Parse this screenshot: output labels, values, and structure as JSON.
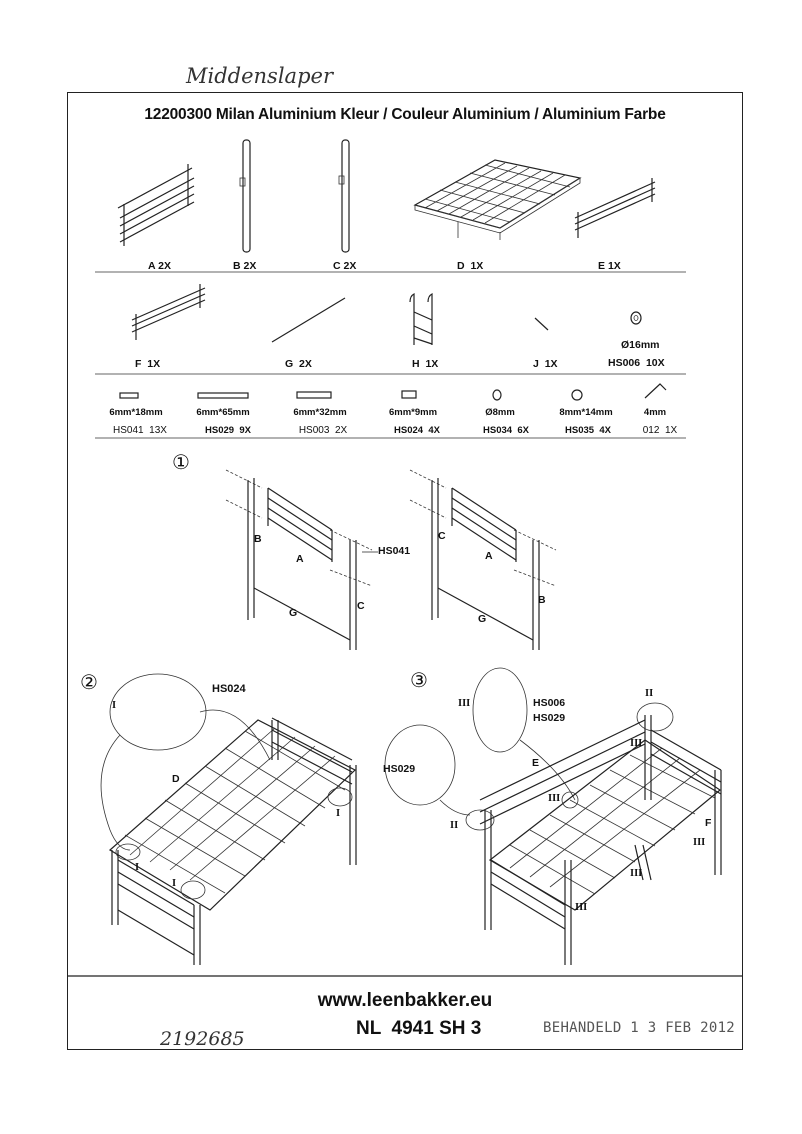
{
  "handwritten_top": "Middenslaper",
  "title": "12200300 Milan Aluminium Kleur / Couleur Aluminium / Aluminium Farbe",
  "parts_row1": [
    {
      "id": "A",
      "qty": "2X"
    },
    {
      "id": "B",
      "qty": "2X"
    },
    {
      "id": "C",
      "qty": "2X"
    },
    {
      "id": "D",
      "qty": "1X"
    },
    {
      "id": "E",
      "qty": "1X"
    }
  ],
  "parts_row2": [
    {
      "id": "F",
      "qty": "1X"
    },
    {
      "id": "G",
      "qty": "2X"
    },
    {
      "id": "H",
      "qty": "1X"
    },
    {
      "id": "J",
      "qty": "1X"
    }
  ],
  "washer": {
    "size": "Ø16mm",
    "code": "HS006",
    "qty": "10X"
  },
  "hardware": [
    {
      "size": "6mm*18mm",
      "code": "HS041",
      "qty": "13X"
    },
    {
      "size": "6mm*65mm",
      "code": "HS029",
      "qty": "9X"
    },
    {
      "size": "6mm*32mm",
      "code": "HS003",
      "qty": "2X"
    },
    {
      "size": "6mm*9mm",
      "code": "HS024",
      "qty": "4X"
    },
    {
      "size": "Ø8mm",
      "code": "HS034",
      "qty": "6X"
    },
    {
      "size": "8mm*14mm",
      "code": "HS035",
      "qty": "4X"
    },
    {
      "size": "4mm",
      "code": "012",
      "qty": "1X"
    }
  ],
  "steps": [
    "①",
    "②",
    "③"
  ],
  "step1_labels": {
    "a1": "A",
    "b1": "B",
    "g1": "G",
    "c1": "C",
    "hs": "HS041",
    "c2": "C",
    "a2": "A",
    "g2": "G",
    "b2": "B"
  },
  "step2_labels": {
    "roman": "I",
    "hs": "HS024",
    "d": "D",
    "r2": "I",
    "r3": "I",
    "r4": "I"
  },
  "step3_labels": {
    "r3a": "III",
    "hs006": "HS006",
    "hs029a": "HS029",
    "hs029b": "HS029",
    "e": "E",
    "r2a": "II",
    "r3b": "III",
    "r2b": "II",
    "f": "F",
    "r3c": "III",
    "r3d": "III",
    "r3e": "III",
    "r3f": "III"
  },
  "footer": {
    "url": "www.leenbakker.eu",
    "code": "NL  4941 SH 3",
    "stamp": "BEHANDELD 1 3 FEB 2012",
    "handwritten": "2192685"
  }
}
